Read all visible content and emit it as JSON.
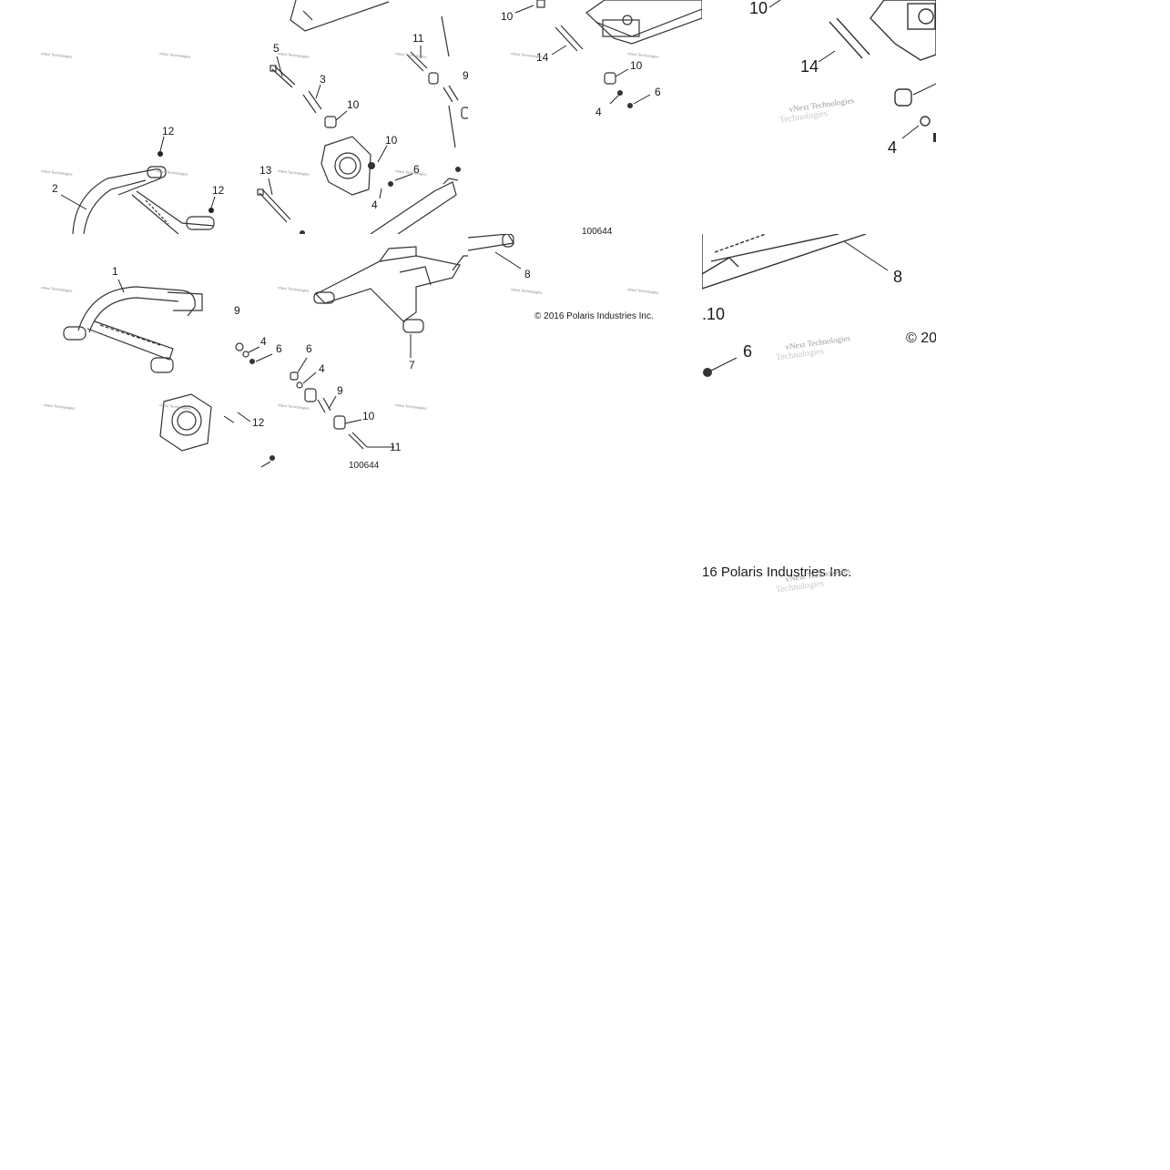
{
  "diagram_id": "100644",
  "copyright": "© 2016 Polaris Industries Inc.",
  "copyright_fragment_start": "© 20",
  "copyright_fragment_end": "16 Polaris Industries Inc.",
  "watermark": "vNext Technologies",
  "watermark_line2": "Technologies",
  "callouts": {
    "c1": "1",
    "c2": "2",
    "c3": "3",
    "c4": "4",
    "c5": "5",
    "c6": "6",
    "c7": "7",
    "c8": "8",
    "c9": "9",
    "c10": "10",
    "c11": "11",
    "c12": "12",
    "c13": "13",
    "c14": "14"
  },
  "fragment_10": ".10"
}
